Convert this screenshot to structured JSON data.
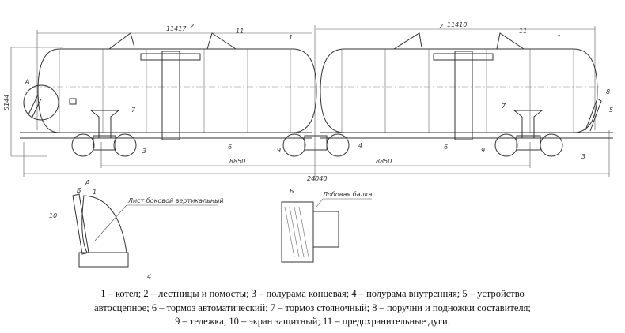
{
  "drawing": {
    "dimensions": {
      "car1_length": "11417",
      "car2_length": "11410",
      "height": "5144",
      "bogie_base_1": "8850",
      "bogie_base_2": "8850",
      "total_length": "24040"
    },
    "callouts": {
      "detail_a": "А",
      "detail_b": "Б",
      "n1": "1",
      "n2": "2",
      "n3": "3",
      "n4": "4",
      "n5": "5",
      "n6": "6",
      "n7": "7",
      "n8": "8",
      "n9": "9",
      "n10": "10",
      "n11": "11"
    },
    "detail_a": {
      "title": "А",
      "view_arrow": "Б",
      "note": "Лист боковой вертикальный"
    },
    "detail_b": {
      "title": "Б",
      "note": "Лобовая балка"
    }
  },
  "caption": {
    "line1": "1 – котел; 2 – лестницы и помосты; 3 – полурама концевая; 4 – полурама внутренняя; 5 – устройство",
    "line2": "автосцепное; 6 – тормоз автоматический; 7 – тормоз стояночный; 8 – поручни и подножки составителя;",
    "line3": "9 – тележка; 10 – экран защитный; 11 – предохранительные дуги."
  }
}
